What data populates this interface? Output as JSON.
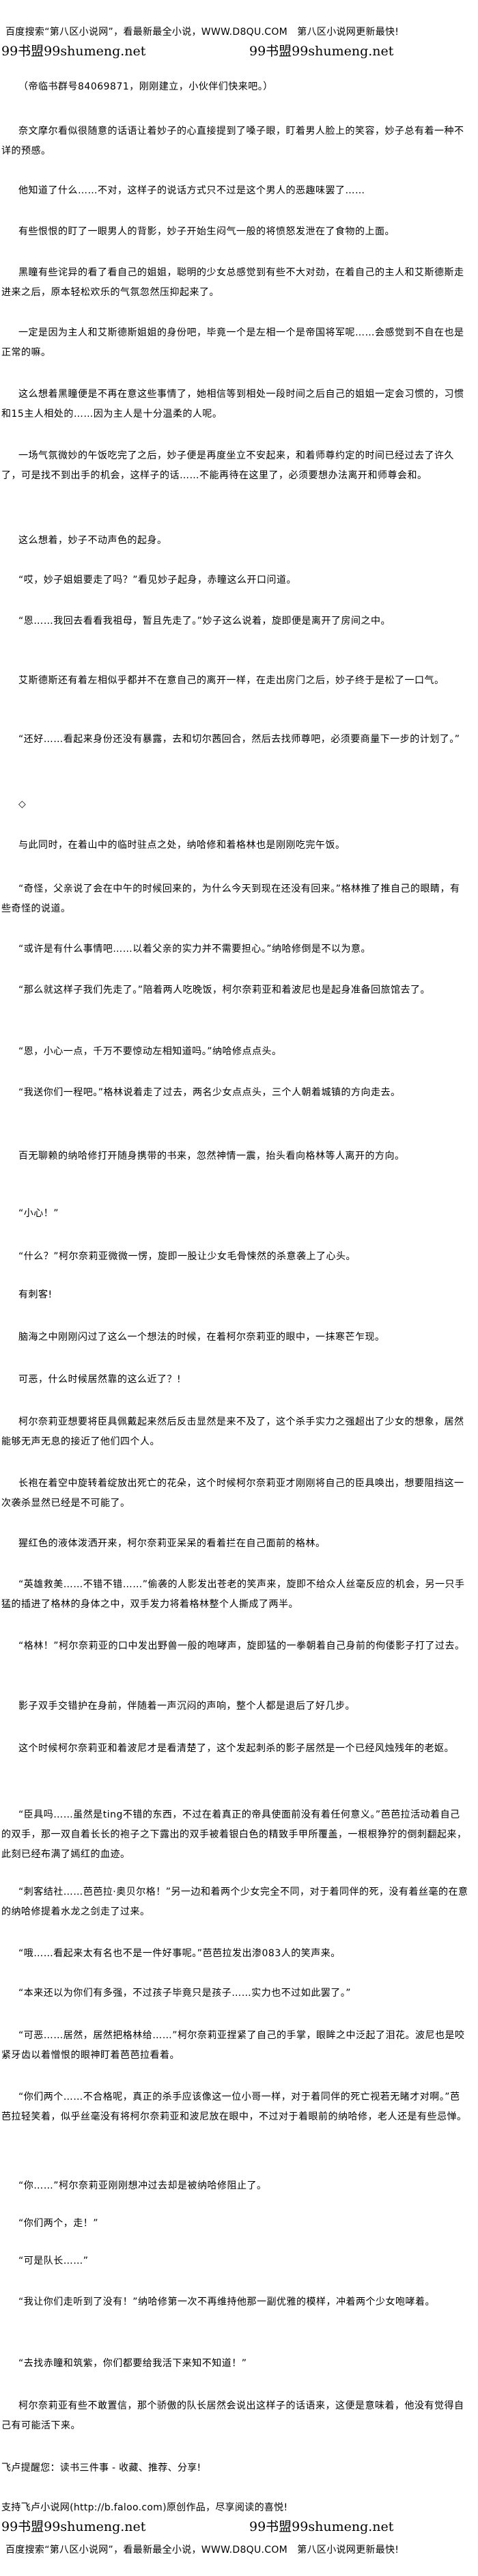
{
  "header": {
    "promo": "百度搜索“第八区小说网”，看最新最全小说，WWW.D8QU.COM   第八区小说网更新最快!",
    "brand_left": "99书盟99shumeng.net",
    "brand_right": "99书盟99shumeng.net"
  },
  "chapter": {
    "paragraphs": [
      "（帝临书群号84069871，刚刚建立，小伙伴们快来吧。）",
      "奈文摩尔看似很随意的话语让着妙子的心直接提到了嗓子眼，盯着男人脸上的笑容，妙子总有着一种不详的预感。",
      "他知道了什么……不对，这样子的说话方式只不过是这个男人的恶趣味罢了……",
      "有些恨恨的盯了一眼男人的背影，妙子开始生闷气一般的将愤怒发泄在了食物的上面。",
      "黑瞳有些诧异的看了看自己的姐姐，聪明的少女总感觉到有些不大对劲，在着自己的主人和艾斯德斯走进来之后，原本轻松欢乐的气氛忽然压抑起来了。",
      "一定是因为主人和艾斯德斯姐姐的身份吧，毕竟一个是左相一个是帝国将军呢……会感觉到不自在也是正常的嘛。",
      "这么想着黑瞳便是不再在意这些事情了，她相信等到相处一段时间之后自己的姐姐一定会习惯的，习惯和15主人相处的……因为主人是十分温柔的人呢。",
      "一场气氛微妙的午饭吃完了之后，妙子便是再度坐立不安起来，和着师尊约定的时间已经过去了许久了，可是找不到出手的机会，这样子的话……不能再待在这里了，必须要想办法离开和师尊会和。",
      "这么想着，妙子不动声色的起身。",
      "“哎，妙子姐姐要走了吗？”看见妙子起身，赤瞳这么开口问道。",
      "“恩……我回去看看我祖母，暂且先走了。”妙子这么说着，旋即便是离开了房间之中。",
      "艾斯德斯还有着左相似乎都并不在意自己的离开一样，在走出房门之后，妙子终于是松了一口气。",
      "“还好……看起来身份还没有暴露，去和切尔茜回合，然后去找师尊吧，必须要商量下一步的计划了。”",
      "◇",
      "与此同时，在着山中的临时驻点之处，纳哈修和着格林也是刚刚吃完午饭。",
      "“奇怪，父亲说了会在中午的时候回来的，为什么今天到现在还没有回来。”格林推了推自己的眼睛，有些奇怪的说道。",
      "“或许是有什么事情吧……以着父亲的实力并不需要担心。”纳哈修倒是不以为意。",
      "“那么就这样子我们先走了。”陪着两人吃晚饭，柯尔奈莉亚和着波尼也是起身准备回旅馆去了。",
      "“恩，小心一点，千万不要惊动左相知道吗。”纳哈修点点头。",
      "“我送你们一程吧。”格林说着走了过去，两名少女点点头，三个人朝着城镇的方向走去。",
      "百无聊赖的纳哈修打开随身携带的书来，忽然神情一震，抬头看向格林等人离开的方向。",
      "“小心！”",
      "“什么？”柯尔奈莉亚微微一愣，旋即一股让少女毛骨悚然的杀意袭上了心头。",
      "有刺客!",
      "脑海之中刚刚闪过了这么一个想法的时候，在着柯尔奈莉亚的眼中，一抹寒芒乍现。",
      "可恶，什么时候居然靠的这么近了？!",
      "柯尔奈莉亚想要将臣具佩戴起来然后反击显然是来不及了，这个杀手实力之强超出了少女的想象，居然能够无声无息的接近了他们四个人。",
      "长袍在着空中旋转着绽放出死亡的花朵，这个时候柯尔奈莉亚才刚刚将自己的臣具唤出，想要阻挡这一次袭杀显然已经是不可能了。",
      "猩红色的液体泼洒开来，柯尔奈莉亚呆呆的看着拦在自己面前的格林。",
      "“英雄救美……不错不错……”偷袭的人影发出苍老的笑声来，旋即不给众人丝毫反应的机会，另一只手猛的插进了格林的身体之中，双手发力将着格林整个人撕成了两半。",
      "“格林！”柯尔奈莉亚的口中发出野兽一般的咆哮声，旋即猛的一拳朝着自己身前的佝偻影子打了过去。",
      "影子双手交错护在身前，伴随着一声沉闷的声响，整个人都是退后了好几步。",
      "这个时候柯尔奈莉亚和着波尼才是看清楚了，这个发起刺杀的影子居然是一个已经风烛残年的老妪。",
      "“臣具吗……虽然是ting不错的东西，不过在着真正的帝具使面前没有着任何意义。”芭芭拉活动着自己的双手，那一双自着长长的袍子之下露出的双手被着银白色的精致手甲所覆盖，一根根狰狞的倒刺翻起来，此刻已经布满了嫣红的血迹。",
      "“刺客结社……芭芭拉·奥贝尔格！”另一边和着两个少女完全不同，对于着同伴的死，没有着丝毫的在意的纳哈修提着水龙之剑走了过来。",
      "“哦……看起来太有名也不是一件好事呢。”芭芭拉发出渗083人的笑声来。",
      "“本来还以为你们有多强，不过孩子毕竟只是孩子……实力也不过如此罢了。”",
      "“可恶……居然，居然把格林给……”柯尔奈莉亚捏紧了自己的手掌，眼眸之中泛起了泪花。波尼也是咬紧牙齿以着憎恨的眼神盯着芭芭拉看着。",
      "“你们两个……不合格呢，真正的杀手应该像这一位小哥一样，对于着同伴的死亡视若无睹才对啊。”芭芭拉轻笑着，似乎丝毫没有将柯尔奈莉亚和波尼放在眼中，不过对于着眼前的纳哈修，老人还是有些忌惮。",
      "“你……”柯尔奈莉亚刚刚想冲过去却是被纳哈修阻止了。",
      "“你们两个，走！”",
      "“可是队长……”",
      "“我让你们走听到了没有！”纳哈修第一次不再维持他那一副优雅的模样，冲着两个少女咆哮着。",
      "“去找赤瞳和筑紫，你们都要给我活下来知不知道！”",
      "柯尔奈莉亚有些不敢置信，那个骄傲的队长居然会说出这样子的话语来，这便是意味着，他没有觉得自己有可能活下来。"
    ]
  },
  "footer": {
    "reminder": "飞卢提醒您：读书三件事 - 收藏、推荐、分享!",
    "support": "支持飞卢小说网(http://b.faloo.com)原创作品，尽享阅读的喜悦!",
    "brand_left": "99书盟99shumeng.net",
    "brand_right": "99书盟99shumeng.net",
    "promo": "百度搜索“第八区小说网”，看最新最全小说，WWW.D8QU.COM   第八区小说网更新最快!"
  }
}
